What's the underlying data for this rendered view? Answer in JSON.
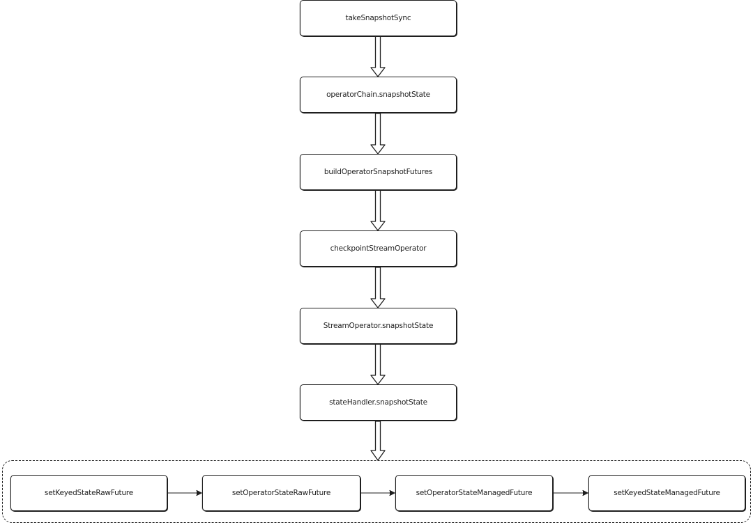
{
  "diagram": {
    "main_steps": [
      {
        "label": "takeSnapshotSync"
      },
      {
        "label": "operatorChain.snapshotState"
      },
      {
        "label": "buildOperatorSnapshotFutures"
      },
      {
        "label": "checkpointStreamOperator"
      },
      {
        "label": "StreamOperator.snapshotState"
      },
      {
        "label": "stateHandler.snapshotState"
      }
    ],
    "futures": [
      {
        "label": "setKeyedStateRawFuture"
      },
      {
        "label": "setOperatorStateRawFuture"
      },
      {
        "label": "setOperatorStateManagedFuture"
      },
      {
        "label": "setKeyedStateManagedFuture"
      }
    ]
  },
  "colors": {
    "stroke": "#1e1e1e",
    "background": "#ffffff"
  }
}
